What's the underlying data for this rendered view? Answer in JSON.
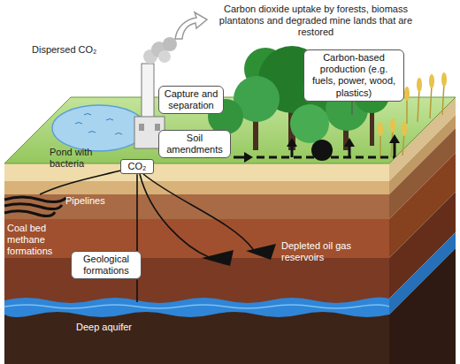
{
  "diagram": {
    "nodes": [
      {
        "text": [
          "Carbon-based production (e.g. fuels, power, wood, plastics)"
        ]
      },
      {
        "text": [
          "Capture and separation"
        ]
      },
      {
        "text": [
          "Soil amendments"
        ]
      },
      {
        "text": [
          "CO₂"
        ]
      },
      {
        "text": [
          "Geological formations"
        ]
      }
    ],
    "edges": [
      {
        "from": 3,
        "to": 4,
        "arrow": "none"
      }
    ],
    "labels": [
      "Carbon dioxide uptake by forests, biomass plantatons and degraded mine lands that are restored",
      "Dispersed CO₂",
      "Pond with bacteria",
      "Pipelines",
      "Coal bed methane formations",
      "Depleted oil gas reservoirs",
      "Deep aquifer"
    ]
  }
}
